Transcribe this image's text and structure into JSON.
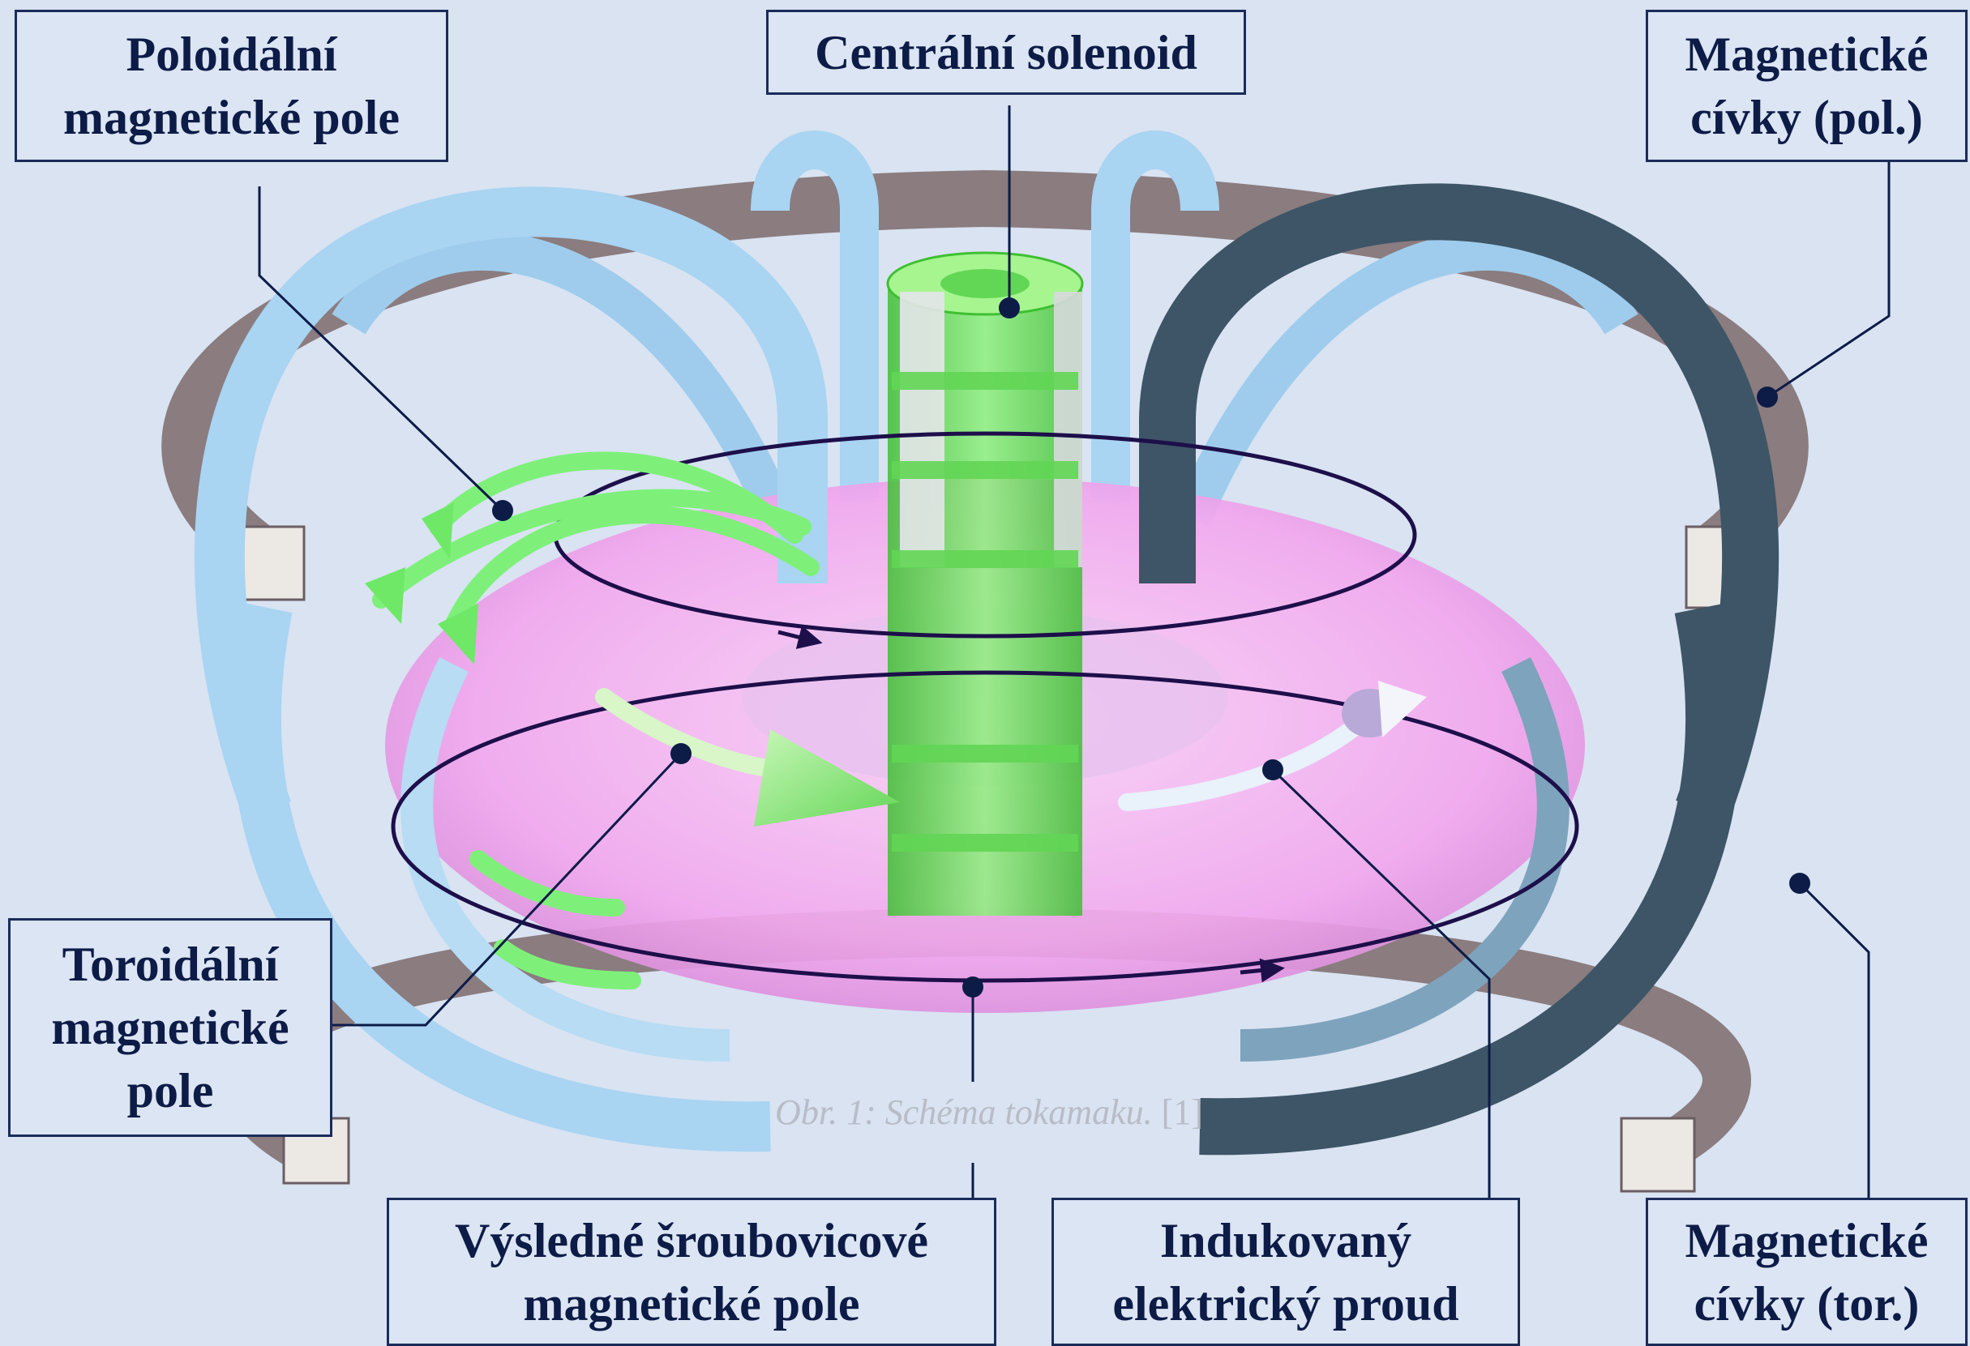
{
  "labels": {
    "poloidal_field": [
      "Poloidální",
      "magnetické pole"
    ],
    "central_solenoid": [
      "Centrální solenoid"
    ],
    "poloidal_coils": [
      "Magnetické",
      "cívky (pol.)"
    ],
    "toroidal_field": [
      "Toroidální",
      "magnetické",
      "pole"
    ],
    "helical_field": [
      "Výsledné šroubovicové",
      "magnetické pole"
    ],
    "induced_current": [
      "Indukovaný",
      "elektrický proud"
    ],
    "toroidal_coils": [
      "Magnetické",
      "cívky (tor.)"
    ]
  },
  "caption": {
    "text": "Obr. 1: Schéma tokamaku.",
    "ref": "[1]"
  },
  "colors": {
    "background": "#d9e3f2",
    "plasma_torus": "#f2a8ee",
    "coil_light": "#a9d4f2",
    "coil_dark": "#3d5566",
    "poloidal_coil": "#8a7c7f",
    "solenoid_green": "#6be05a",
    "field_arrow_green": "#7ef07a",
    "current_line": "#1d0f4a",
    "label_text": "#0d1b47"
  }
}
